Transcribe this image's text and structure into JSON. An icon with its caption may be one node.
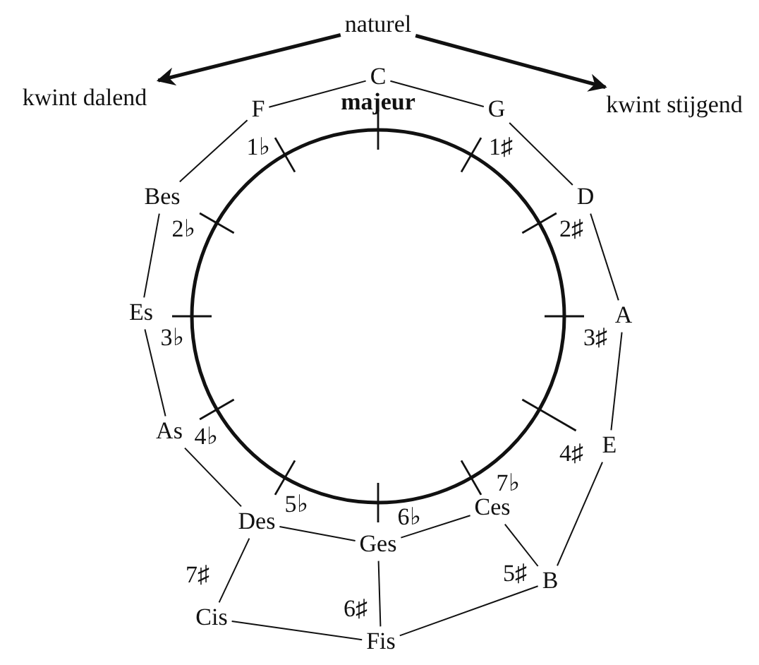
{
  "diagram": {
    "nodes": [
      {
        "text": [
          "naturel"
        ]
      },
      {
        "text": [
          "kwint dalend"
        ]
      },
      {
        "text": [
          "kwint stijgend"
        ]
      },
      {
        "text": [
          "C"
        ]
      },
      {
        "text": [
          "F"
        ]
      },
      {
        "text": [
          "G"
        ]
      },
      {
        "text": [
          "Bes"
        ]
      },
      {
        "text": [
          "D"
        ]
      },
      {
        "text": [
          "Es"
        ]
      },
      {
        "text": [
          "A"
        ]
      },
      {
        "text": [
          "As"
        ]
      },
      {
        "text": [
          "E"
        ]
      },
      {
        "text": [
          "Des"
        ]
      },
      {
        "text": [
          "Ces"
        ]
      },
      {
        "text": [
          "Ges"
        ]
      },
      {
        "text": [
          "B"
        ]
      },
      {
        "text": [
          "Cis"
        ]
      },
      {
        "text": [
          "Fis"
        ]
      }
    ],
    "edges": [
      {
        "from": 0,
        "to": 1,
        "arrow": "to",
        "style": "thick"
      },
      {
        "from": 0,
        "to": 2,
        "arrow": "to",
        "style": "thick"
      },
      {
        "from": 3,
        "to": 5,
        "arrow": "none"
      },
      {
        "from": 5,
        "to": 7,
        "arrow": "none"
      },
      {
        "from": 7,
        "to": 9,
        "arrow": "none"
      },
      {
        "from": 9,
        "to": 11,
        "arrow": "none"
      },
      {
        "from": 11,
        "to": 15,
        "arrow": "none"
      },
      {
        "from": 15,
        "to": 17,
        "arrow": "none"
      },
      {
        "from": 17,
        "to": 16,
        "arrow": "none"
      },
      {
        "from": 16,
        "to": 12,
        "arrow": "none"
      },
      {
        "from": 12,
        "to": 10,
        "arrow": "none"
      },
      {
        "from": 10,
        "to": 8,
        "arrow": "none"
      },
      {
        "from": 8,
        "to": 6,
        "arrow": "none"
      },
      {
        "from": 6,
        "to": 4,
        "arrow": "none"
      },
      {
        "from": 4,
        "to": 3,
        "arrow": "none"
      },
      {
        "from": 12,
        "to": 14,
        "arrow": "none"
      },
      {
        "from": 14,
        "to": 13,
        "arrow": "none"
      },
      {
        "from": 13,
        "to": 15,
        "arrow": "none"
      },
      {
        "from": 14,
        "to": 17,
        "arrow": "none"
      }
    ],
    "labels": [
      "majeur",
      "1♭",
      "1♯",
      "2♭",
      "2♯",
      "3♭",
      "3♯",
      "4♭",
      "4♯",
      "7♭",
      "5♭",
      "6♭",
      "7♯",
      "5♯",
      "6♯"
    ]
  }
}
